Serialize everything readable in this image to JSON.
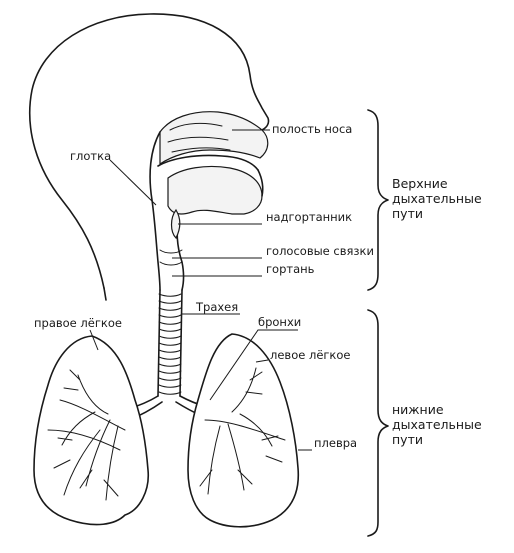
{
  "labels": {
    "nasal_cavity": "полость носа",
    "pharynx": "глотка",
    "epiglottis": "надгортанник",
    "vocal_cords": "голосовые связки",
    "larynx": "гортань",
    "trachea": "Трахея",
    "right_lung": "правое лёгкое",
    "bronchi": "бронхи",
    "left_lung": "левое лёгкое",
    "pleura": "плевра"
  },
  "groups": {
    "upper": [
      "Верхние",
      "дыхательные",
      "пути"
    ],
    "lower": [
      "нижние",
      "дыхательные",
      "пути"
    ]
  }
}
